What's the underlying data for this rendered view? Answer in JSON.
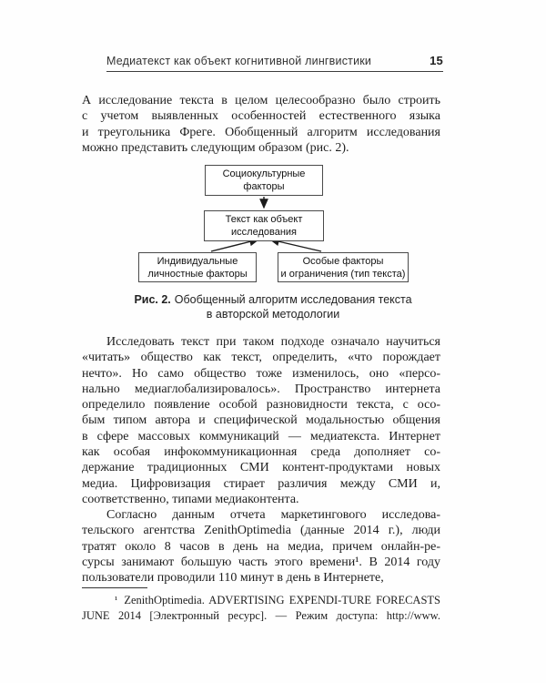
{
  "header": {
    "title": "Медиатекст как объект когнитивной лингвистики",
    "page_number": "15"
  },
  "paragraphs": {
    "p1": {
      "lines": [
        "А исследование текста в целом целесообразно было строить",
        "с учетом выявленных особенностей естественного языка",
        "и треугольника Фреге. Обобщенный алгоритм исследования",
        "можно представить следующим образом (рис. 2)."
      ]
    },
    "p2": {
      "lines": [
        "Исследовать текст при таком подходе означало научиться",
        "«читать» общество как текст, определить, «что порождает",
        "нечто». Но само общество тоже изменилось, оно «персо-",
        "нально медиаглобализировалось». Пространство интернета",
        "определило появление особой разновидности текста, с осо-",
        "бым типом автора и специфической модальностью общения",
        "в сфере массовых коммуникаций — медиатекста. Интернет",
        "как особая инфокоммуникационная среда дополняет со-",
        "держание традиционных СМИ контент-продуктами новых",
        "медиа. Цифровизация стирает различия между СМИ и,",
        "соответственно, типами медиаконтента."
      ]
    },
    "p3": {
      "lines": [
        "Согласно данным отчета маркетингового исследова-",
        "тельского агентства ZenithOptimedia (данные 2014 г.), люди",
        "тратят около 8 часов в день на медиа, причем онлайн-ре-",
        "сурсы занимают большую часть этого времени¹. В 2014 году",
        "пользователи проводили 110 минут в день в Интернете,"
      ]
    }
  },
  "figure": {
    "boxes": {
      "top": [
        "Социокультурные",
        "факторы"
      ],
      "middle": [
        "Текст как объект",
        "исследования"
      ],
      "bottom_left": [
        "Индивидуальные",
        "личностные факторы"
      ],
      "bottom_right": [
        "Особые факторы",
        "и ограничения (тип текста)"
      ]
    },
    "caption": {
      "label": "Рис. 2.",
      "text": "Обобщенный алгоритм исследования текста",
      "line2": "в авторской методологии"
    }
  },
  "footnote": {
    "marker": "¹",
    "line1": "ZenithOptimedia. ADVERTISING EXPENDI-TURE FORECASTS",
    "line2": "JUNE 2014 [Электронный ресурс]. — Режим доступа: http://www."
  }
}
